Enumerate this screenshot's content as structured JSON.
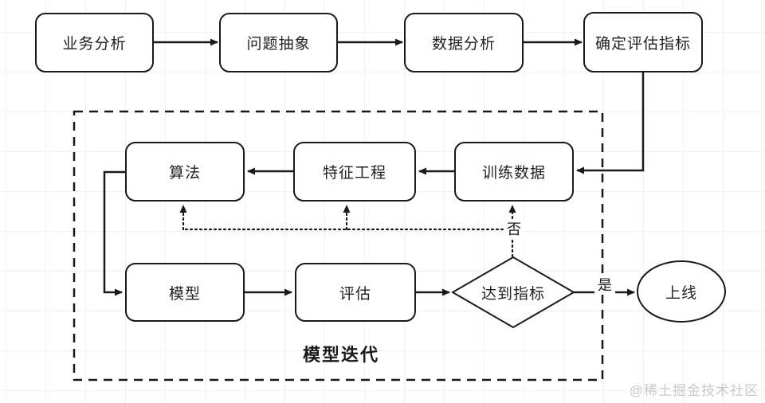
{
  "diagram": {
    "nodes": {
      "business_analysis": "业务分析",
      "problem_abstraction": "问题抽象",
      "data_analysis": "数据分析",
      "define_metrics": "确定评估指标",
      "algorithm": "算法",
      "feature_engineering": "特征工程",
      "training_data": "训练数据",
      "model": "模型",
      "evaluation": "评估",
      "reach_metrics": "达到指标",
      "go_live": "上线"
    },
    "edge_labels": {
      "yes": "是",
      "no": "否"
    },
    "group_label": "模型迭代",
    "watermark": "@稀土掘金技术社区",
    "colors": {
      "stroke": "#1a1a1a",
      "node_fill": "#ffffff",
      "grid_line": "#f1f1f4",
      "watermark_text": "#c9c9c9"
    }
  }
}
